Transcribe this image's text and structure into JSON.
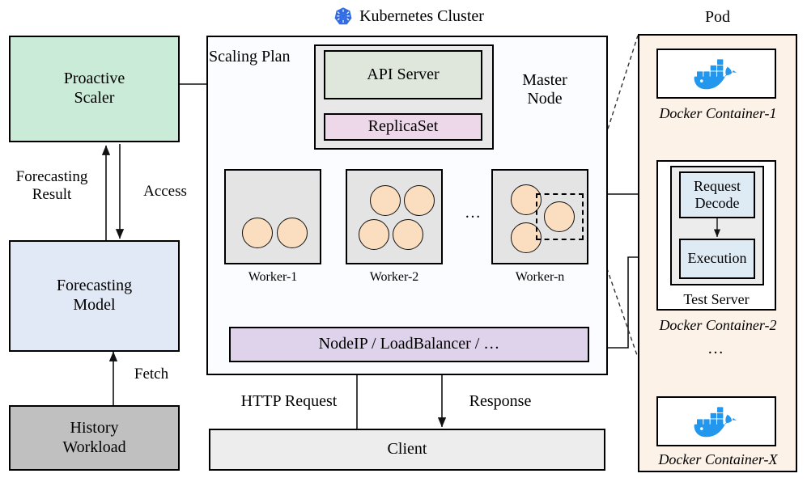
{
  "diagram": {
    "title_cluster": "Kubernetes Cluster",
    "title_pod": "Pod",
    "icons": {
      "kubernetes": "kubernetes-icon",
      "docker": "docker-icon"
    }
  },
  "left_pipeline": {
    "proactive_scaler": "Proactive\nScaler",
    "proactive_scaler_line1": "Proactive",
    "proactive_scaler_line2": "Scaler",
    "forecasting_model_line1": "Forecasting",
    "forecasting_model_line2": "Model",
    "history_workload_line1": "History",
    "history_workload_line2": "Workload",
    "edge_forecasting_result_line1": "Forecasting",
    "edge_forecasting_result_line2": "Result",
    "edge_access": "Access",
    "edge_fetch": "Fetch"
  },
  "cluster": {
    "scaling_plan_label": "Scaling Plan",
    "master_node_line1": "Master",
    "master_node_line2": "Node",
    "api_server": "API Server",
    "replicaset": "ReplicaSet",
    "workers": [
      {
        "name": "Worker-1",
        "pods": 2
      },
      {
        "name": "Worker-2",
        "pods": 4
      },
      {
        "name": "Worker-n",
        "pods": 3
      }
    ],
    "workers_ellipsis": "…",
    "nodeip_bar": "NodeIP / LoadBalancer / …",
    "client": "Client",
    "edge_http_request": "HTTP Request",
    "edge_response": "Response"
  },
  "pod_panel": {
    "container_1_caption": "Docker Container-1",
    "container_2_caption": "Docker Container-2",
    "container_x_caption": "Docker Container-X",
    "ellipsis": "…",
    "test_server_caption": "Test Server",
    "request_decode_line1": "Request",
    "request_decode_line2": "Decode",
    "execution": "Execution"
  },
  "colors": {
    "scaler_green": "#c9ebd7",
    "forecast_blue": "#e2e9f6",
    "history_gray": "#c0c0c0",
    "api_server_green": "#dfe7dc",
    "replicaset_pink": "#ecd8e9",
    "worker_gray": "#e4e4e4",
    "pod_circle_orange": "#fbdec0",
    "nodeip_purple": "#ded3ea",
    "client_gray": "#ededed",
    "pod_panel_cream": "#fdf2e8",
    "request_block_blue": "#deeaf4",
    "k8s_blue": "#326ce5",
    "docker_blue": "#2396ed",
    "stroke": "#000000"
  }
}
